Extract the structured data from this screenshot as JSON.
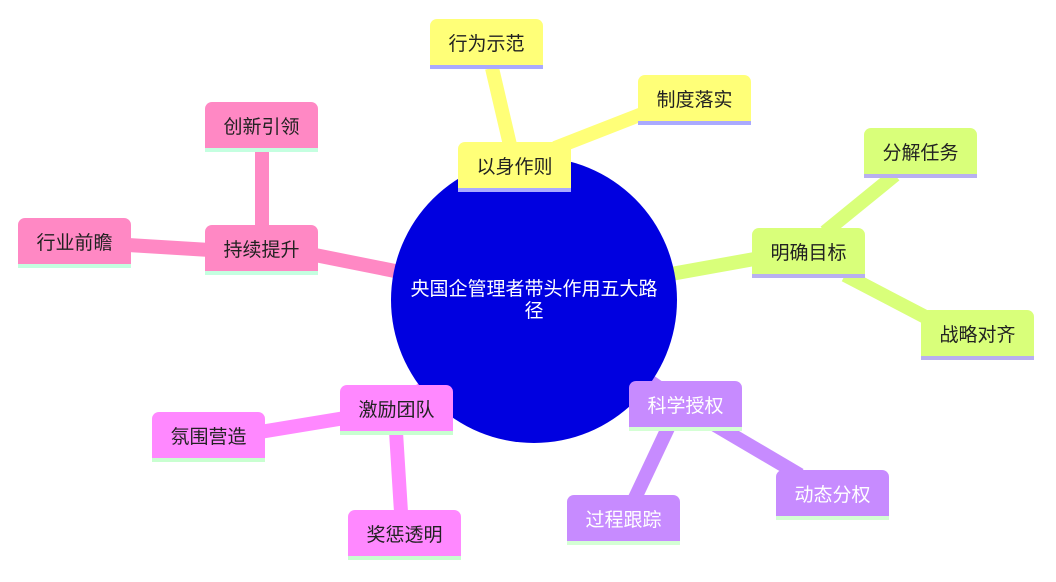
{
  "center": {
    "label": "央国企管理者带头作用五大路径",
    "color": "#0000e0"
  },
  "branches": [
    {
      "label": "以身作则",
      "color": "#ffff78",
      "children": [
        {
          "label": "行为示范"
        },
        {
          "label": "制度落实"
        }
      ]
    },
    {
      "label": "明确目标",
      "color": "#d9ff7a",
      "children": [
        {
          "label": "分解任务"
        },
        {
          "label": "战略对齐"
        }
      ]
    },
    {
      "label": "科学授权",
      "color": "#c78bff",
      "children": [
        {
          "label": "动态分权"
        },
        {
          "label": "过程跟踪"
        }
      ]
    },
    {
      "label": "激励团队",
      "color": "#ff88ff",
      "children": [
        {
          "label": "氛围营造"
        },
        {
          "label": "奖惩透明"
        }
      ]
    },
    {
      "label": "持续提升",
      "color": "#ff88c4",
      "children": [
        {
          "label": "创新引领"
        },
        {
          "label": "行业前瞻"
        }
      ]
    }
  ]
}
